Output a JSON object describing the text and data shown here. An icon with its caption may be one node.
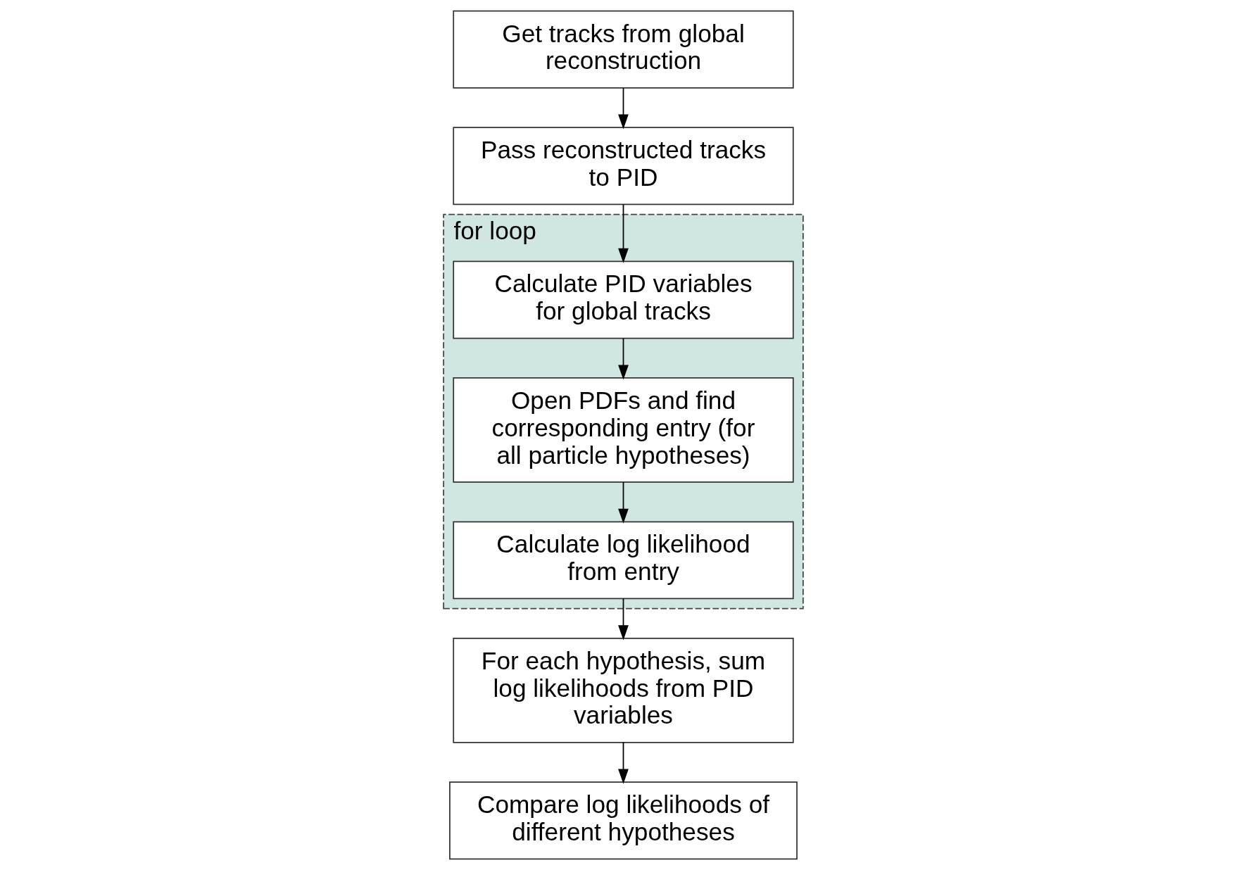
{
  "diagram": {
    "nodes": [
      {
        "text": [
          "Get tracks from global reconstruction"
        ]
      },
      {
        "text": [
          "Pass reconstructed tracks to PID"
        ]
      },
      {
        "text": [
          "for loop"
        ]
      },
      {
        "text": [
          "Calculate PID variables for global tracks"
        ],
        "in": 2
      },
      {
        "text": [
          "Open PDFs and find corresponding entry (for all particle hypotheses)"
        ],
        "in": 2
      },
      {
        "text": [
          "Calculate log likelihood from entry"
        ],
        "in": 2
      },
      {
        "text": [
          "For each hypothesis, sum log likelihoods from PID variables"
        ]
      },
      {
        "text": [
          "Compare log likelihoods of different hypotheses"
        ]
      }
    ],
    "edges": [
      {
        "from": 0,
        "to": 1,
        "arrow": "to"
      },
      {
        "from": 1,
        "to": 3,
        "arrow": "to"
      },
      {
        "from": 3,
        "to": 4,
        "arrow": "to"
      },
      {
        "from": 4,
        "to": 5,
        "arrow": "to"
      },
      {
        "from": 5,
        "to": 6,
        "arrow": "to"
      },
      {
        "from": 6,
        "to": 7,
        "arrow": "to"
      }
    ]
  }
}
